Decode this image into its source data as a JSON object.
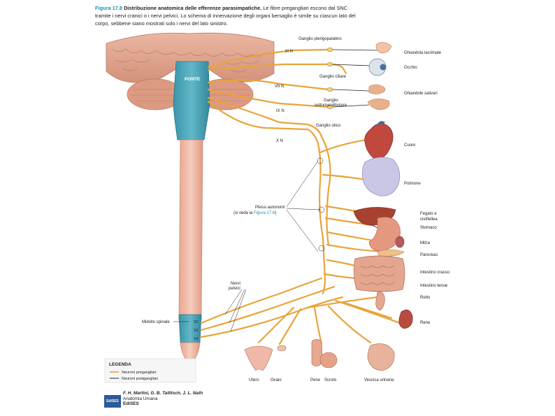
{
  "caption": {
    "figure_number": "Figura 17.8",
    "title": "Distribuzione anatomica delle efferenze parasimpatiche.",
    "body": "Le fibre pregangliari escono dal SNC tramite i nervi cranici o i nervi pelvici. Lo schema di innervazione degli organi bersaglio è simile su ciascun lato del corpo, sebbene siano mostrati solo i nervi del lato sinistro."
  },
  "brain": {
    "pons_label": "PONTE"
  },
  "nerves": {
    "n3": "III N",
    "n7": "VII N",
    "n9": "IX N",
    "n10": "X N",
    "pelvic_line1": "Nervi",
    "pelvic_line2": "pelvici",
    "s2": "S2",
    "s3": "S3",
    "s4": "S4"
  },
  "ganglia": {
    "pterygopalatine": "Ganglio pterigopalatino",
    "ciliary": "Ganglio ciliare",
    "submandibular_line1": "Ganglio",
    "submandibular_line2": "sottomandibolare",
    "otic": "Ganglio otico"
  },
  "organs": {
    "lacrimal": "Ghiandola lacrimale",
    "eye": "Occhio",
    "salivary": "Ghiandole salivari",
    "heart": "Cuore",
    "lung": "Polmone",
    "liver_line1": "Fegato e",
    "liver_line2": "cistifellea",
    "stomach": "Stomaco",
    "spleen": "Milza",
    "pancreas": "Pancreas",
    "large_intestine": "Intestino crasso",
    "small_intestine": "Intestino tenue",
    "rectum": "Retto",
    "kidney": "Rene",
    "uterus": "Utero",
    "ovary": "Ovaio",
    "penis": "Pene",
    "scrotum": "Scroto",
    "bladder": "Vescica urinaria"
  },
  "annotations": {
    "plexus_line1": "Plessi autonomi",
    "plexus_line2_prefix": "(si veda la ",
    "plexus_ref": "Figura 17.6",
    "plexus_line2_suffix": ")",
    "spinal_cord": "Midollo spinale"
  },
  "legend": {
    "title": "LEGENDA",
    "preganglionic": "Neuroni pregangliari",
    "postganglionic": "Neuroni postgangliari",
    "pre_color": "#e8a43a",
    "post_color": "#222222"
  },
  "citation": {
    "authors": "F. H. Martini, G. B. Tallitsch, J. L. Nath",
    "book_line1": "Anatomia Umana",
    "publisher": "EdiSES",
    "logo_text": "EdiSES"
  }
}
